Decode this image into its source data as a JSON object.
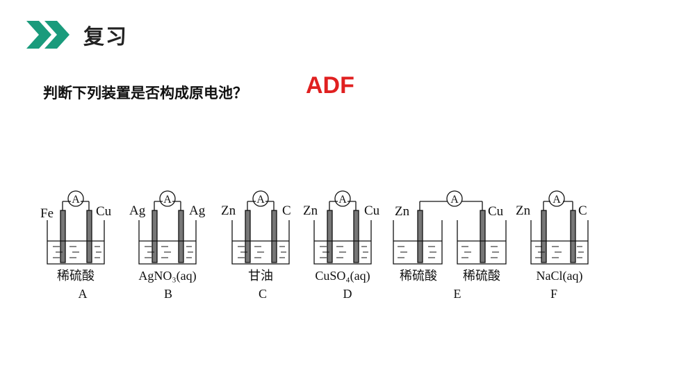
{
  "header": {
    "title": "复习",
    "icon": "double-chevron-right-icon",
    "accent_color": "#1a9b7c"
  },
  "question": {
    "text": "判断下列装置是否构成原电池？",
    "answer": "ADF",
    "answer_color": "#e02020"
  },
  "ammeter_symbol": "A",
  "setups": [
    {
      "label": "A",
      "left_electrode": "Fe",
      "right_electrode": "Cu",
      "solution": "稀硫酸"
    },
    {
      "label": "B",
      "left_electrode": "Ag",
      "right_electrode": "Ag",
      "solution": "AgNO₃(aq)"
    },
    {
      "label": "C",
      "left_electrode": "Zn",
      "right_electrode": "C",
      "solution": "甘油"
    },
    {
      "label": "D",
      "left_electrode": "Zn",
      "right_electrode": "Cu",
      "solution": "CuSO₄(aq)"
    },
    {
      "label": "E",
      "left_electrode": "Zn",
      "right_electrode": "Cu",
      "solution_left": "稀硫酸",
      "solution_right": "稀硫酸"
    },
    {
      "label": "F",
      "left_electrode": "Zn",
      "right_electrode": "C",
      "solution": "NaCl(aq)"
    }
  ]
}
